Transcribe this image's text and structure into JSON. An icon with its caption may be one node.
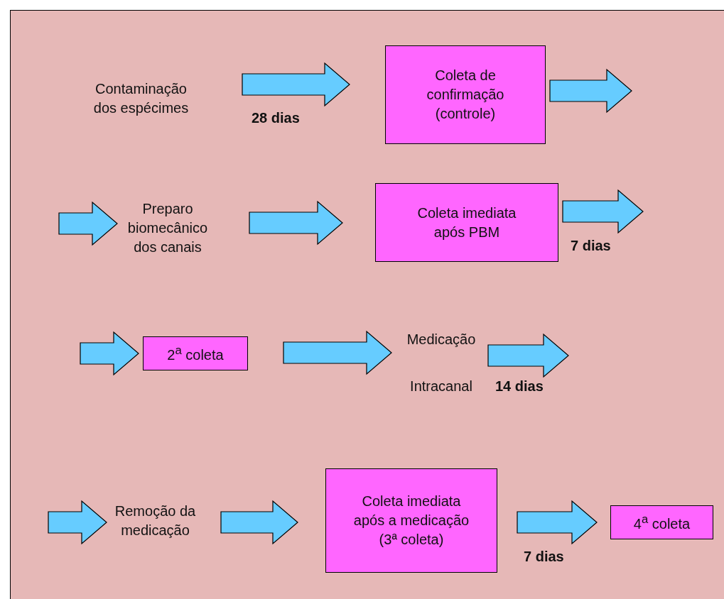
{
  "diagram": {
    "nodes": [
      {
        "text": [
          "Contaminação dos espécimes"
        ]
      },
      {
        "text": [
          "Coleta de confirmação (controle)"
        ]
      },
      {
        "text": [
          "Preparo biomecânico dos canais"
        ]
      },
      {
        "text": [
          "Coleta imediata após PBM"
        ]
      },
      {
        "text": [
          "2$^{a}$ coleta"
        ]
      },
      {
        "text": [
          "Medicação Intracanal"
        ]
      },
      {
        "text": [
          "Remoção da medicação"
        ]
      },
      {
        "text": [
          "Coleta imediata após a medicação (3ª coleta)"
        ]
      },
      {
        "text": [
          "4$^{a}$ coleta"
        ]
      }
    ],
    "edges": [
      {
        "from": 0,
        "to": 1,
        "arrow": "to",
        "label": "28 dias"
      },
      {
        "from": 1,
        "to": null,
        "arrow": "to"
      },
      {
        "from": null,
        "to": 2,
        "arrow": "to"
      },
      {
        "from": 2,
        "to": 3,
        "arrow": "to"
      },
      {
        "from": 3,
        "to": null,
        "arrow": "to",
        "label": "7 dias"
      },
      {
        "from": null,
        "to": 4,
        "arrow": "to"
      },
      {
        "from": 4,
        "to": 5,
        "arrow": "to"
      },
      {
        "from": 5,
        "to": null,
        "arrow": "to",
        "label": "14 dias"
      },
      {
        "from": null,
        "to": 6,
        "arrow": "to"
      },
      {
        "from": 6,
        "to": 7,
        "arrow": "to"
      },
      {
        "from": 7,
        "to": 8,
        "arrow": "to",
        "label": "7 dias"
      }
    ]
  }
}
